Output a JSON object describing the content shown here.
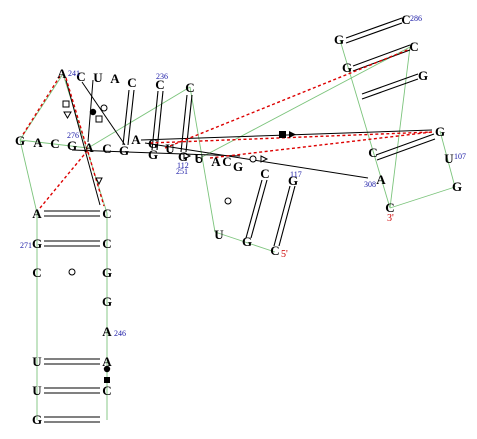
{
  "nucleotides": {
    "n1": "G",
    "n2": "C",
    "n3": "C",
    "n4": "G",
    "n5": "G",
    "n6": "A",
    "n7": "C",
    "n8": "U",
    "n9": "A",
    "n10": "C",
    "n11": "C",
    "n12": "C",
    "n13": "G",
    "n14": "A",
    "n15": "C",
    "n16": "G",
    "n17": "A",
    "n18": "C",
    "n19": "G",
    "n20": "A",
    "n21": "G",
    "n22": "G",
    "n23": "U",
    "n24": "G",
    "n25": "U",
    "n26": "A",
    "n27": "C",
    "n28": "G",
    "n29": "C",
    "n30": "G",
    "n31": "U",
    "n32": "G",
    "n33": "C",
    "n34": "G",
    "n35": "C",
    "n36": "U",
    "n37": "A",
    "n38": "G",
    "n39": "C",
    "n40": "A",
    "n41": "C",
    "n42": "G",
    "n43": "C",
    "n44": "C",
    "n45": "G",
    "n46": "G",
    "n47": "A",
    "n48": "U",
    "n49": "A",
    "n50": "U",
    "n51": "C",
    "n52": "G"
  },
  "numbers": {
    "num286": "286",
    "num241": "241",
    "num236": "236",
    "num276": "276",
    "num112": "112",
    "num251": "251",
    "num117": "117",
    "num107": "107",
    "num308": "308",
    "num271": "271",
    "num246": "246"
  },
  "ends": {
    "three_prime": "3'",
    "five_prime": "5'"
  }
}
